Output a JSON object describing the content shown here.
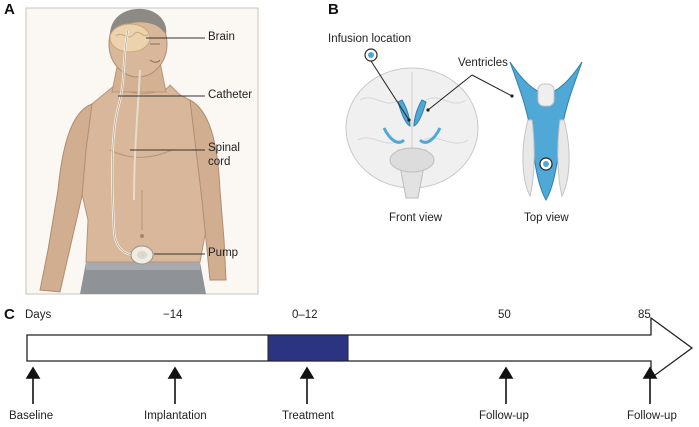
{
  "panels": {
    "a": {
      "letter": "A",
      "labels": {
        "brain": "Brain",
        "catheter": "Catheter",
        "spinal": "Spinal cord",
        "pump": "Pump"
      }
    },
    "b": {
      "letter": "B",
      "labels": {
        "infusion": "Infusion location",
        "ventricles": "Ventricles",
        "front_view": "Front view",
        "top_view": "Top view"
      }
    },
    "c": {
      "letter": "C",
      "days_label": "Days",
      "day_marks": [
        "−14",
        "0–12",
        "50",
        "85"
      ],
      "events": [
        "Baseline",
        "Implantation",
        "Treatment",
        "Follow-up",
        "Follow-up"
      ]
    }
  },
  "colors": {
    "ventricle": "#4fa8d6",
    "treatment_block": "#2b3480",
    "skin": "#d8b79a"
  }
}
